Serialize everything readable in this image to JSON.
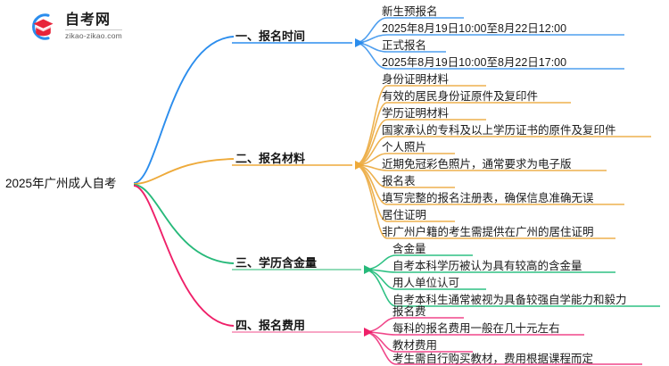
{
  "logo": {
    "name": "自考网",
    "domain": "zikao-zikao.com",
    "mark_icon": "graduation-cap-icon",
    "arc_color": "#2b8ded",
    "cap_color": "#e8243a"
  },
  "mindmap": {
    "root": {
      "label": "2025年广州成人自考"
    },
    "branches": [
      {
        "id": "registration-time",
        "index_label": "一、报名时间",
        "color": "#2b8ded",
        "color_light": "#7ab9f5",
        "leaves": [
          "新生预报名",
          "2025年8月19日10:00至8月22日12:00",
          "正式报名",
          "2025年8月19日10:00至8月22日17:00"
        ]
      },
      {
        "id": "registration-materials",
        "index_label": "二、报名材料",
        "color": "#eeaa3a",
        "color_light": "#f3c77c",
        "leaves": [
          "身份证明材料",
          "有效的居民身份证原件及复印件",
          "学历证明材料",
          "国家承认的专科及以上学历证书的原件及复印件",
          "个人照片",
          "近期免冠彩色照片，通常要求为电子版",
          "报名表",
          "填写完整的报名注册表，确保信息准确无误",
          "居住证明",
          "非广州户籍的考生需提供在广州的居住证明"
        ]
      },
      {
        "id": "degree-value",
        "index_label": "三、学历含金量",
        "color": "#27b97a",
        "color_light": "#7fd3a7",
        "leaves": [
          "含金量",
          "自考本科学历被认为具有较高的含金量",
          "用人单位认可",
          "自考本科生通常被视为具备较强自学能力和毅力"
        ]
      },
      {
        "id": "registration-fee",
        "index_label": "四、报名费用",
        "color": "#ef2069",
        "color_light": "#f588b2",
        "leaves": [
          "报名费",
          "每科的报名费用一般在几十元左右",
          "教材费用",
          "考生需自行购买教材，费用根据课程而定"
        ]
      }
    ]
  }
}
